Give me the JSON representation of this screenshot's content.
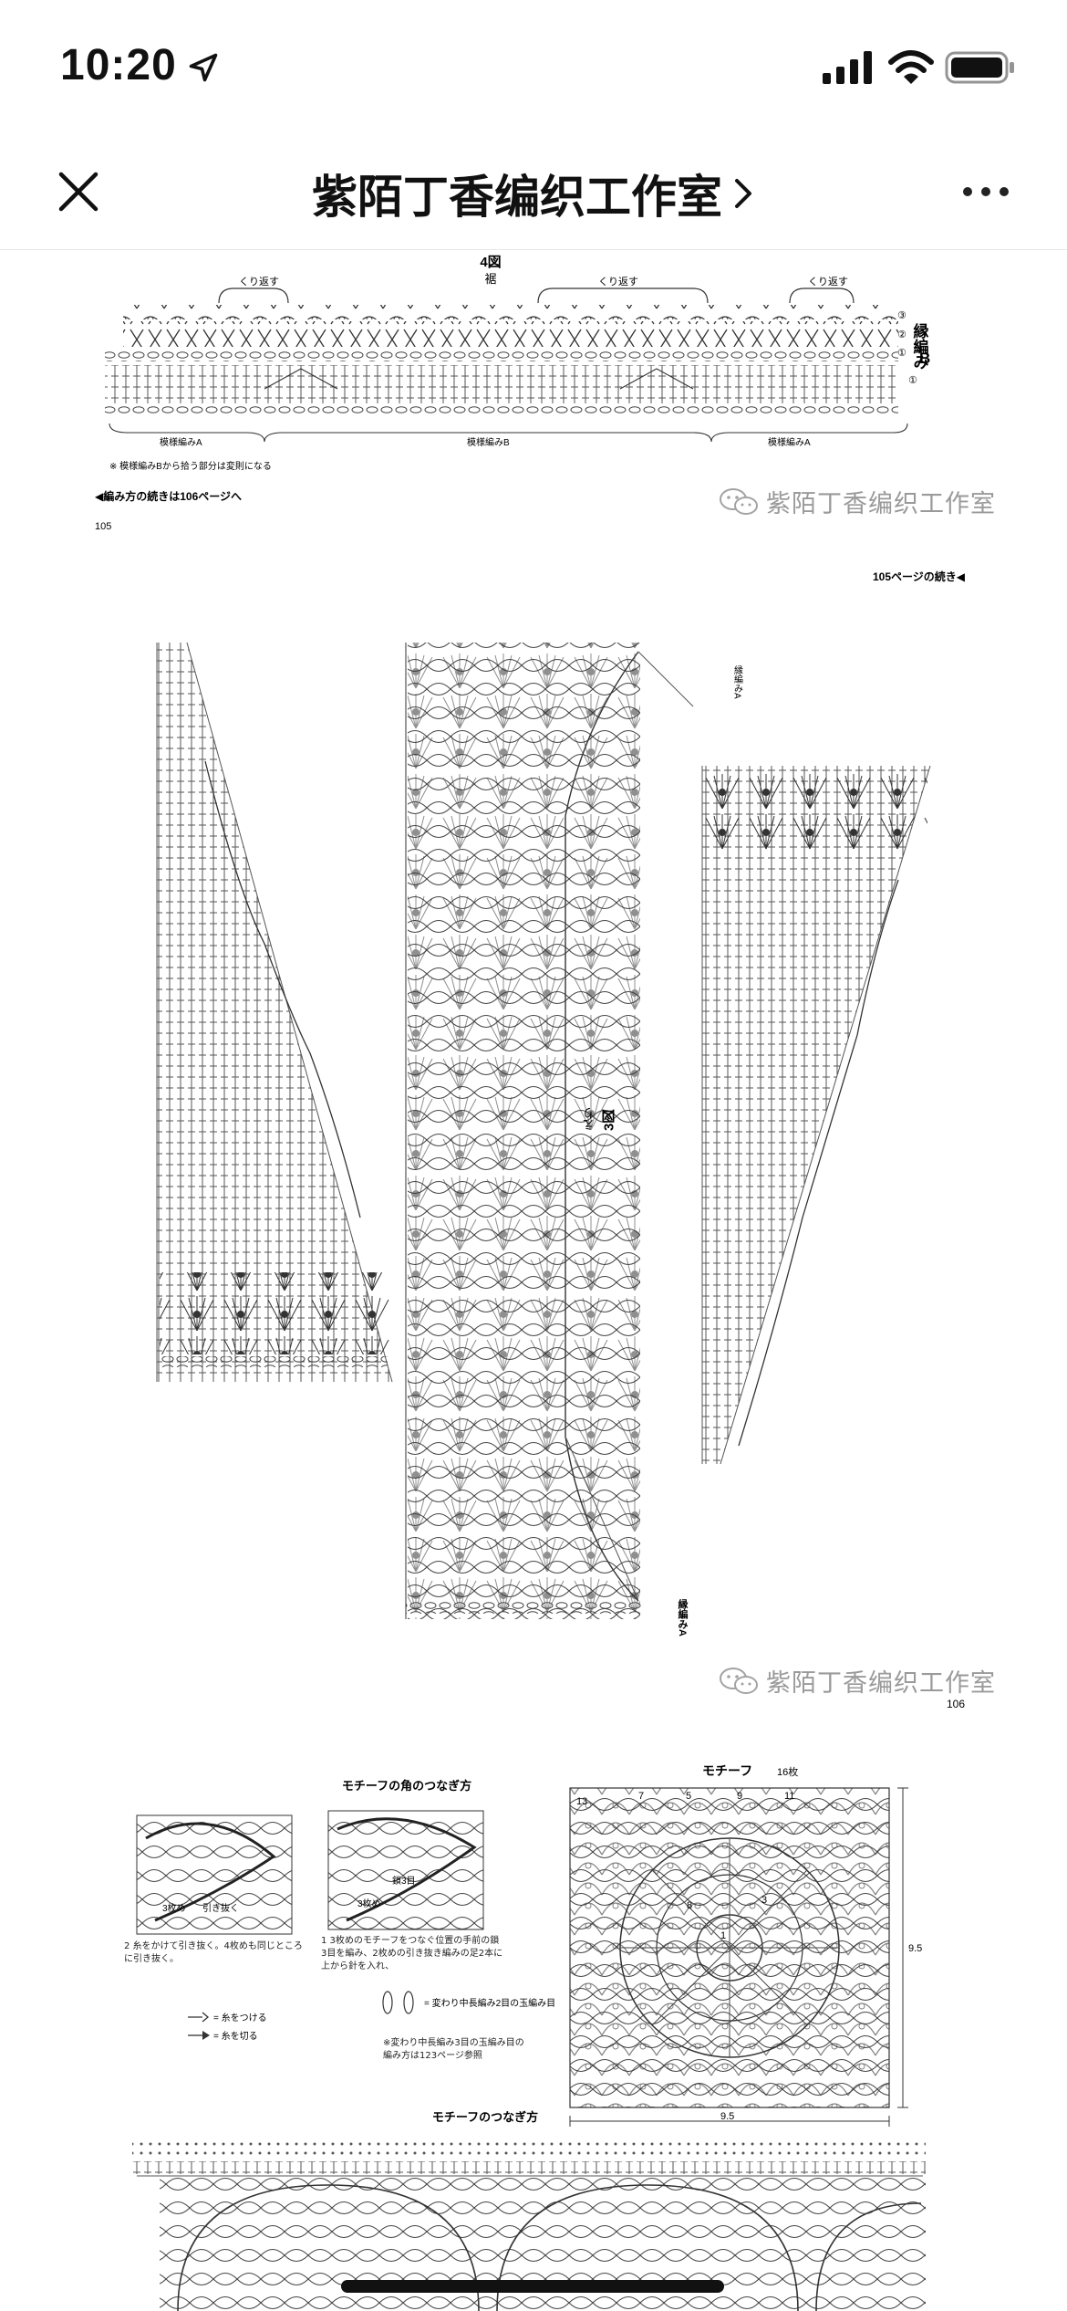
{
  "status": {
    "time": "10:20"
  },
  "header": {
    "title": "紫陌丁香编织工作室"
  },
  "page": {
    "figure4": {
      "title": "4図",
      "subtitle": "裾",
      "repeat_label": "くり返す",
      "edge_label": "縁編み",
      "edge_letter": "B",
      "row_markers": [
        "③",
        "②",
        "①",
        "①"
      ],
      "pattern_a": "模様編みA",
      "pattern_b": "模様編みB",
      "note": "※ 模様編みBから拾う部分は変則になる",
      "continued": "◀編み方の続きは106ページへ",
      "page_number": "105"
    },
    "figure3": {
      "continued_from": "105ページの続き◀",
      "title": "3図",
      "subtitle": "えり",
      "edge_label": "縁編みA",
      "page_number": "106"
    },
    "motif": {
      "corner_title": "モチーフの角のつなぎ方",
      "step2": "2 糸をかけて引き抜く。4枚めも同じところに引き抜く。",
      "step2_label_a": "3枚め",
      "step2_label_b": "引き抜く",
      "step1": "1 3枚めのモチーフをつなぐ位置の手前の鎖3目を編み、2枚めの引き抜き編みの足2本に上から針を入れ、",
      "step1_label_a": "3枚め",
      "step1_label_b": "鎖3目",
      "legend_attach": "= 糸をつける",
      "legend_cut": "= 糸を切る",
      "legend_stitch": "= 変わり中長編み2目の玉編み目",
      "legend_note": "※変わり中長編み3目の玉編み目の編み方は123ページ参照",
      "motif_title": "モチーフ",
      "motif_count": "16枚",
      "dim_width": "9.5",
      "dim_height": "9.5",
      "join_title": "モチーフのつなぎ方",
      "motif_numbers": [
        "13",
        "7",
        "5",
        "9",
        "11",
        "8",
        "1",
        "3"
      ]
    },
    "watermark": "紫陌丁香编织工作室"
  }
}
